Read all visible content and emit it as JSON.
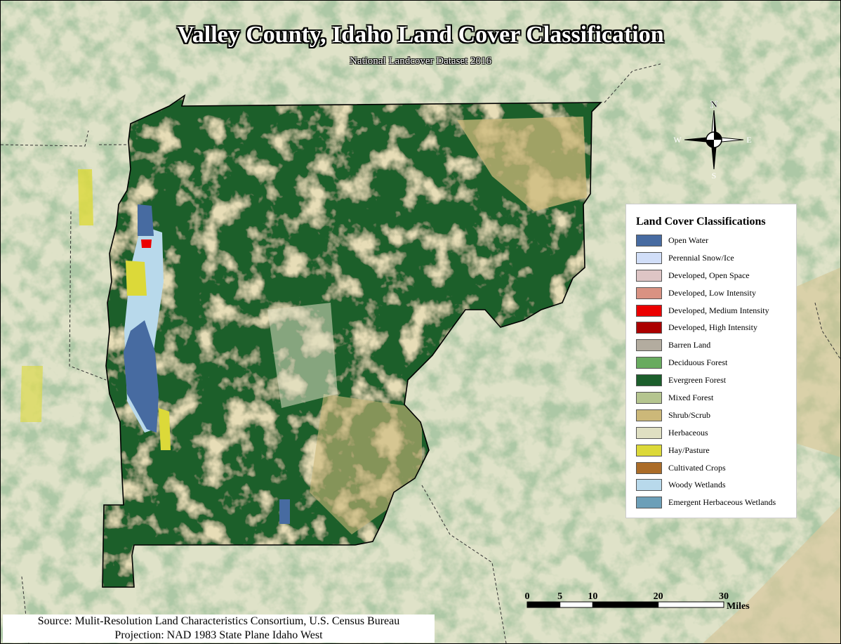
{
  "map": {
    "title": "Valley County, Idaho Land Cover Classification",
    "subtitle": "National Landcover Dataset 2016"
  },
  "legend": {
    "title": "Land Cover Classifications",
    "items": [
      {
        "label": "Open Water",
        "color": "#476ba1"
      },
      {
        "label": "Perennial Snow/Ice",
        "color": "#d1def8"
      },
      {
        "label": "Developed, Open Space",
        "color": "#dec5c5"
      },
      {
        "label": "Developed, Low Intensity",
        "color": "#d99282"
      },
      {
        "label": "Developed, Medium Intensity",
        "color": "#eb0000"
      },
      {
        "label": "Developed, High Intensity",
        "color": "#ab0000"
      },
      {
        "label": "Barren Land",
        "color": "#b3ac9f"
      },
      {
        "label": "Deciduous Forest",
        "color": "#68ab5f"
      },
      {
        "label": "Evergreen Forest",
        "color": "#1c5f2c"
      },
      {
        "label": "Mixed Forest",
        "color": "#b5c58f"
      },
      {
        "label": "Shrub/Scrub",
        "color": "#ccb879"
      },
      {
        "label": "Herbaceous",
        "color": "#dfdfc2"
      },
      {
        "label": "Hay/Pasture",
        "color": "#dcd939"
      },
      {
        "label": "Cultivated Crops",
        "color": "#ab6c28"
      },
      {
        "label": "Woody Wetlands",
        "color": "#b8d9eb"
      },
      {
        "label": "Emergent Herbaceous Wetlands",
        "color": "#6c9fb8"
      }
    ]
  },
  "compass": {
    "n": "N",
    "s": "S",
    "e": "E",
    "w": "W"
  },
  "scale": {
    "ticks": [
      "0",
      "5",
      "10",
      "20",
      "30"
    ],
    "tick_values": [
      0,
      5,
      10,
      20,
      30
    ],
    "unit": "Miles"
  },
  "footer": {
    "source": "Source: Mulit-Resolution Land Characteristics Consortium, U.S. Census Bureau",
    "projection": "Projection: NAD 1983 State Plane Idaho West"
  }
}
